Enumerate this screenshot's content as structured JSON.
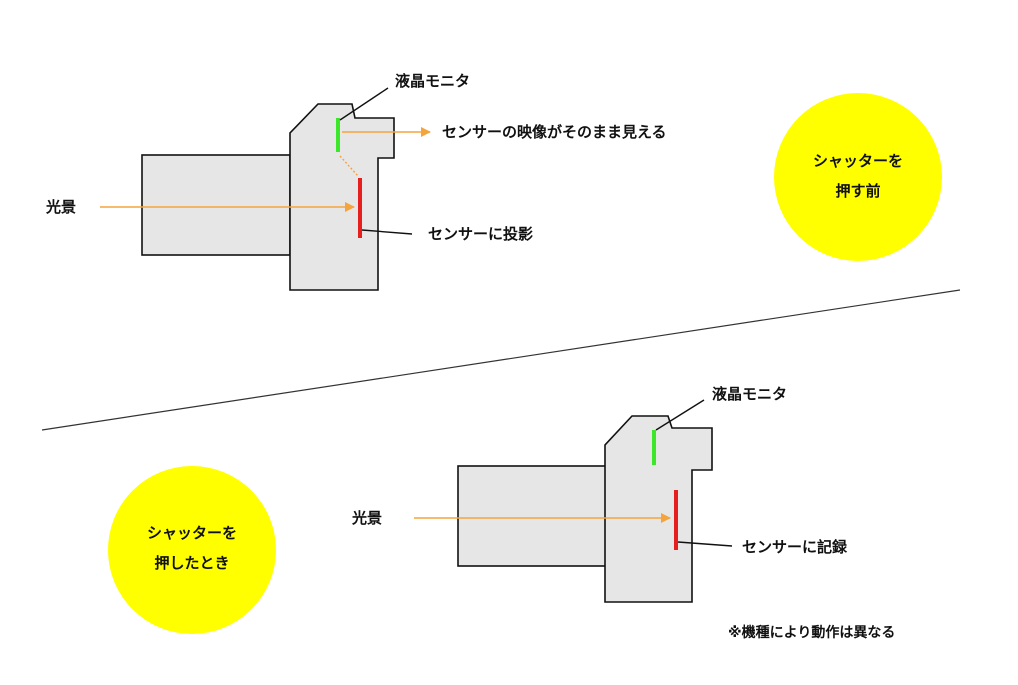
{
  "before": {
    "badge_line1": "シャッターを",
    "badge_line2": "押す前",
    "light_label": "光景",
    "monitor_label": "液晶モニタ",
    "monitor_desc": "センサーの映像がそのまま見える",
    "sensor_desc": "センサーに投影"
  },
  "after": {
    "badge_line1": "シャッターを",
    "badge_line2": "押したとき",
    "light_label": "光景",
    "monitor_label": "液晶モニタ",
    "sensor_desc": "センサーに記録"
  },
  "note": "※機種により動作は異なる",
  "colors": {
    "badge": "#ffff00",
    "camera_fill": "#e6e6e6",
    "light_arrow": "#f5a33c",
    "sensor": "#e61e1e",
    "monitor": "#3ce628"
  }
}
